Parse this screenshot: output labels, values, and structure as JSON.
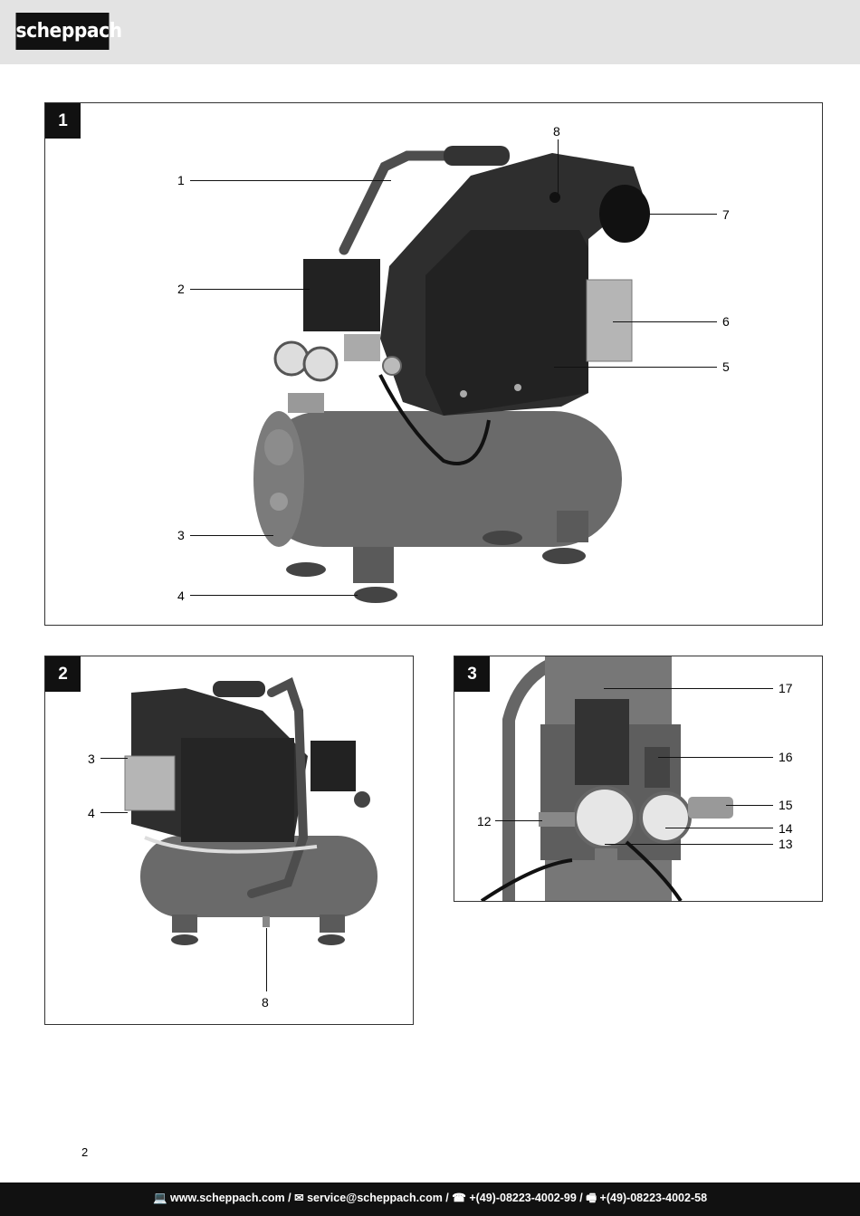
{
  "header": {
    "logo_text": "scheppach"
  },
  "figures": [
    {
      "number": "1",
      "callouts": [
        "1",
        "2",
        "3",
        "4",
        "5",
        "6",
        "7",
        "8"
      ]
    },
    {
      "number": "2",
      "callouts": [
        "3",
        "4",
        "8"
      ]
    },
    {
      "number": "3",
      "callouts": [
        "17",
        "16",
        "15",
        "14",
        "13",
        "12"
      ]
    }
  ],
  "page_number": "2",
  "footer": {
    "web_icon": "computer-icon",
    "web": "www.scheppach.com",
    "mail_icon": "envelope-icon",
    "email": "service@scheppach.com",
    "phone_icon": "telephone-icon",
    "phone": "+(49)-08223-4002-99",
    "fax_icon": "fax-icon",
    "fax": "+(49)-08223-4002-58",
    "separator": " / "
  }
}
